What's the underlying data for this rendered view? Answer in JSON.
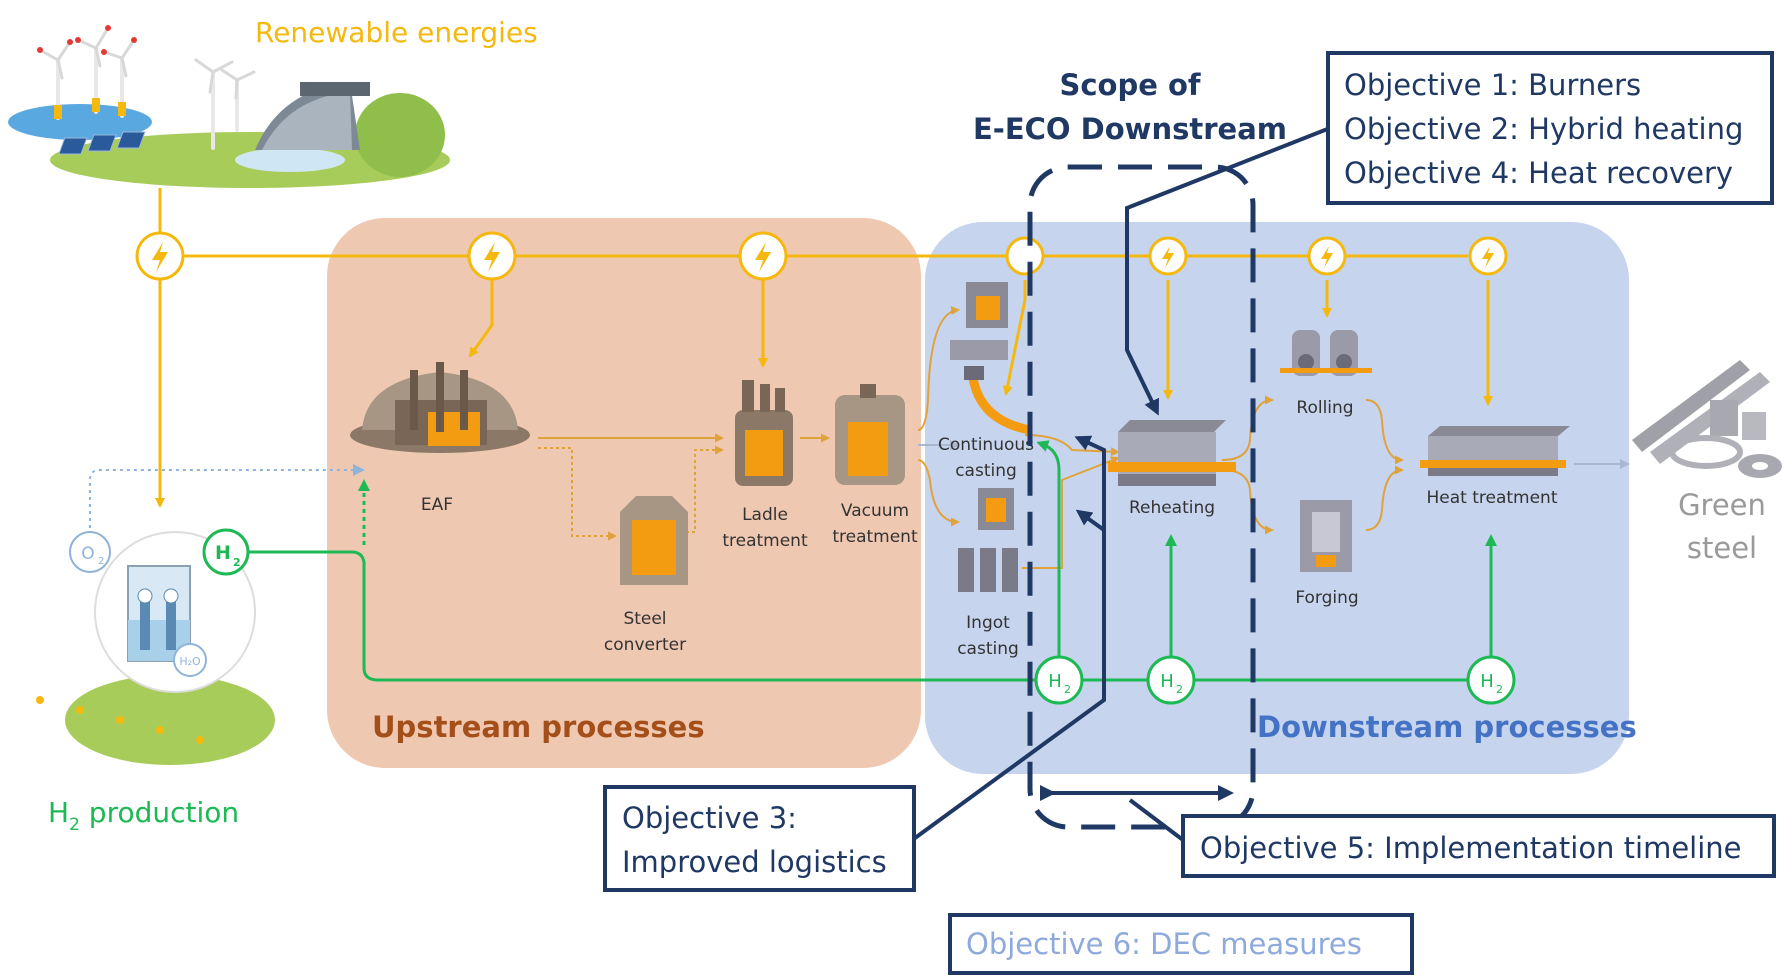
{
  "colors": {
    "energy": "#f5b80f",
    "hydrogen": "#1db954",
    "upstream_fill": "#efc8b2",
    "upstream_text": "#a44f1a",
    "downstream_fill": "#c6d4ee",
    "downstream_text": "#4472c4",
    "navy": "#1f3864",
    "green_steel": "#9a9a9a",
    "dec": "#8ea9db"
  },
  "sources": {
    "renewable": "Renewable energies",
    "h2_production_prefix": "H",
    "h2_production_sub": "2",
    "h2_production_suffix": " production"
  },
  "badges": {
    "h2_letter": "H",
    "h2_sub": "2",
    "o2_letter": "O",
    "o2_sub": "2",
    "h2o": "H₂O"
  },
  "upstream": {
    "title": "Upstream processes",
    "eaf": "EAF",
    "steel_converter": [
      "Steel",
      "converter"
    ],
    "ladle": [
      "Ladle",
      "treatment"
    ],
    "vacuum": [
      "Vacuum",
      "treatment"
    ]
  },
  "downstream": {
    "title": "Downstream processes",
    "continuous": [
      "Continuous",
      "casting"
    ],
    "ingot": [
      "Ingot",
      "casting"
    ],
    "reheating": "Reheating",
    "rolling": "Rolling",
    "forging": "Forging",
    "heat_treatment": "Heat treatment"
  },
  "output": {
    "green_steel": [
      "Green",
      "steel"
    ]
  },
  "scope": {
    "line1": "Scope of",
    "line2": "E-ECO Downstream"
  },
  "objectives": {
    "box1": [
      "Objective 1: Burners",
      "Objective 2: Hybrid heating",
      "Objective 4: Heat recovery"
    ],
    "box3": [
      "Objective 3:",
      "Improved logistics"
    ],
    "box5": "Objective 5: Implementation timeline",
    "box6": "Objective 6: DEC measures"
  },
  "icons": {
    "energy": "lightning-bolt-icon",
    "hydrogen": "h2-badge-icon",
    "oxygen": "o2-badge-icon"
  }
}
